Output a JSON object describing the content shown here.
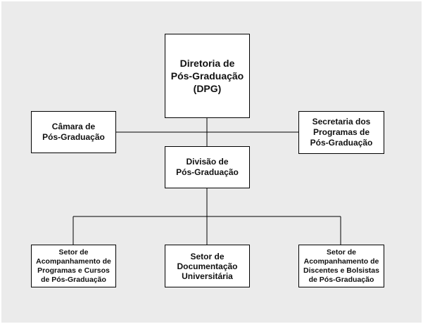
{
  "diagram": {
    "nodes": {
      "dpg": "Diretoria de\nPós-Graduação\n(DPG)",
      "camara": "Câmara de\nPós-Graduação",
      "secretaria": "Secretaria dos\nProgramas de\nPós-Graduação",
      "divisao": "Divisão de\nPós-Graduação",
      "setor_programas": "Setor de\nAcompanhamento de\nProgramas e Cursos\nde Pós-Graduação",
      "setor_documentacao": "Setor de\nDocumentação\nUniversitária",
      "setor_discentes": "Setor de\nAcompanhamento de\nDiscentes e Bolsistas\nde Pós-Graduação"
    },
    "edges": [
      {
        "from": "dpg",
        "to": "divisao"
      },
      {
        "from": "dpg",
        "to": "camara"
      },
      {
        "from": "dpg",
        "to": "secretaria"
      },
      {
        "from": "divisao",
        "to": "setor_programas"
      },
      {
        "from": "divisao",
        "to": "setor_documentacao"
      },
      {
        "from": "divisao",
        "to": "setor_discentes"
      }
    ],
    "colors": {
      "background": "#ebebeb",
      "box_fill": "#ffffff",
      "line": "#000000"
    }
  }
}
